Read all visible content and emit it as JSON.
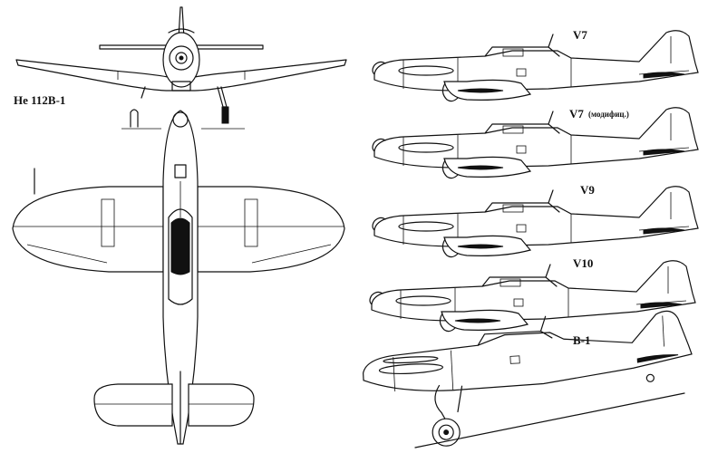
{
  "drawing": {
    "main_label": "He 112B-1",
    "variants": [
      {
        "id": "v7",
        "label": "V7",
        "note": ""
      },
      {
        "id": "v7-mod",
        "label": "V7",
        "note": "(модифиц.)"
      },
      {
        "id": "v9",
        "label": "V9",
        "note": ""
      },
      {
        "id": "v10",
        "label": "V10",
        "note": ""
      },
      {
        "id": "b1",
        "label": "B-1",
        "note": ""
      }
    ]
  },
  "colors": {
    "line": "#111111",
    "background": "#ffffff"
  }
}
